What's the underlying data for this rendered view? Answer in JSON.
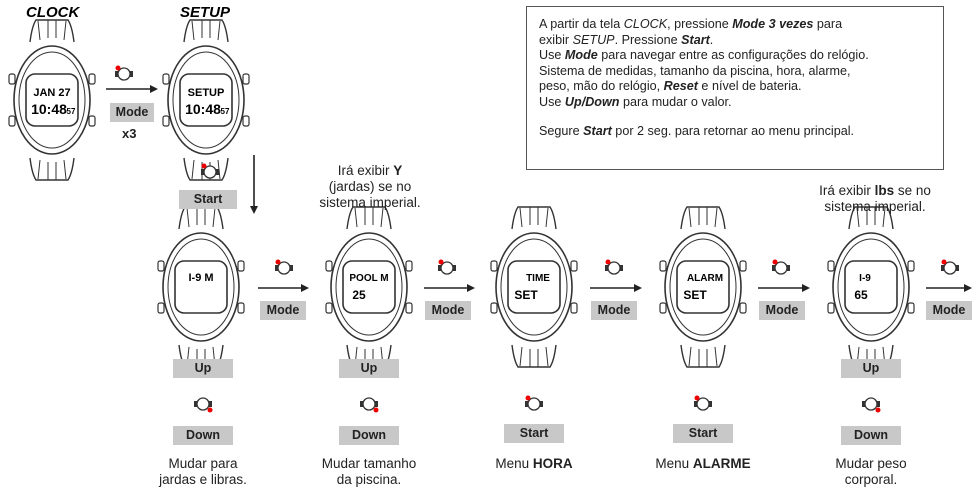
{
  "titles": {
    "clock": "CLOCK",
    "setup": "SETUP"
  },
  "info": {
    "l1a": "A partir da tela ",
    "l1b": "CLOCK",
    "l1c": ", pressione ",
    "l1d": "Mode 3 vezes",
    "l1e": " para",
    "l2a": "exibir ",
    "l2b": "SETUP",
    "l2c": ". Pressione ",
    "l2d": "Start",
    "l2e": ".",
    "l3a": "Use ",
    "l3b": "Mode",
    "l3c": " para navegar entre as configurações do relógio.",
    "l4": "Sistema de medidas, tamanho da piscina, hora, alarme,",
    "l5a": "peso, mão do relógio, ",
    "l5b": "Reset",
    "l5c": " e nível de bateria.",
    "l6a": "Use ",
    "l6b": "Up/Down",
    "l6c": " para mudar o valor.",
    "l7a": "Segure ",
    "l7b": "Start",
    "l7c": " por 2 seg. para retornar ao menu principal."
  },
  "buttons": {
    "mode": "Mode",
    "start": "Start",
    "up": "Up",
    "down": "Down",
    "x3": "x3"
  },
  "notes": {
    "yards1": "Irá exibir ",
    "yards2": "Y",
    "yards3": "(jardas) se no",
    "yards4": "sistema imperial.",
    "lbs1": "Irá exibir ",
    "lbs2": "lbs",
    "lbs3": " se no",
    "lbs4": "sistema imperial.",
    "change_units1": "Mudar para",
    "change_units2": "jardas e libras.",
    "change_pool1": "Mudar tamanho",
    "change_pool2": "da piscina.",
    "menu_hora1": "Menu ",
    "menu_hora2": "HORA",
    "menu_alarme1": "Menu ",
    "menu_alarme2": "ALARME",
    "change_weight1": "Mudar peso",
    "change_weight2": "corporal."
  },
  "screens": {
    "clock": {
      "top": "JAN 27",
      "bottom": "10:48",
      "sec": "57"
    },
    "setup": {
      "top": "SETUP",
      "bottom": "10:48",
      "sec": "57"
    },
    "units": {
      "top": "I-9 M",
      "bottom": ""
    },
    "pool": {
      "top": "POOL M",
      "bottom": "25"
    },
    "time": {
      "top": "TIME",
      "bottom": "SET"
    },
    "alarm": {
      "top": "ALARM",
      "bottom": "SET"
    },
    "weight": {
      "top": "I-9",
      "bottom": "65"
    }
  }
}
